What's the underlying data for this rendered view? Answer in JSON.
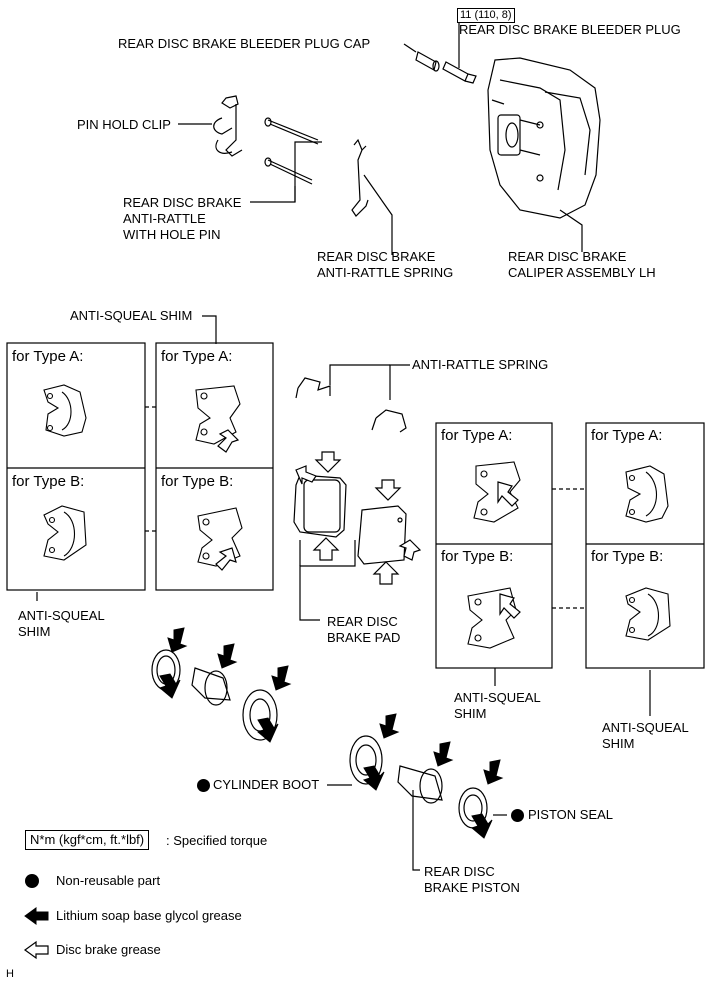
{
  "labels": {
    "bleeder_plug_cap": "REAR DISC BRAKE BLEEDER PLUG CAP",
    "bleeder_plug_torque": "11 (110, 8)",
    "bleeder_plug": "REAR DISC BRAKE BLEEDER PLUG",
    "pin_hold_clip": "PIN HOLD CLIP",
    "anti_rattle_pin": "REAR DISC BRAKE\nANTI-RATTLE\nWITH HOLE PIN",
    "anti_rattle_spring_top": "REAR DISC BRAKE\nANTI-RATTLE SPRING",
    "caliper": "REAR DISC BRAKE\nCALIPER ASSEMBLY LH",
    "anti_squeal_shim_top": "ANTI-SQUEAL SHIM",
    "anti_rattle_spring_mid": "ANTI-RATTLE SPRING",
    "anti_squeal_shim_left": "ANTI-SQUEAL\nSHIM",
    "brake_pad": "REAR DISC\nBRAKE PAD",
    "anti_squeal_shim_right1": "ANTI-SQUEAL\nSHIM",
    "anti_squeal_shim_right2": "ANTI-SQUEAL\nSHIM",
    "cylinder_boot": "CYLINDER BOOT",
    "piston_seal": "PISTON SEAL",
    "brake_piston": "REAR DISC\nBRAKE PISTON",
    "figure_code": "H"
  },
  "boxes": {
    "type_a": "for Type A:",
    "type_b": "for Type B:"
  },
  "legend": {
    "torque_unit": "N*m (kgf*cm, ft.*lbf)",
    "torque_desc": ": Specified torque",
    "non_reusable": "Non-reusable part",
    "lithium": "Lithium soap base glycol grease",
    "disc_grease": "Disc brake grease"
  }
}
